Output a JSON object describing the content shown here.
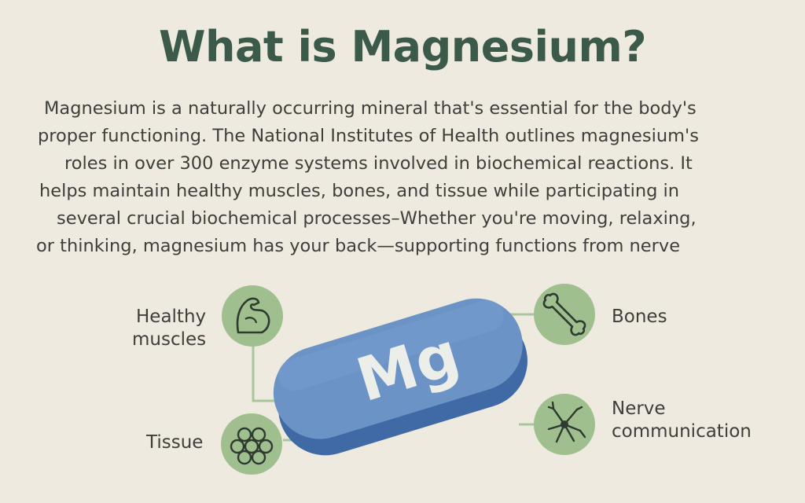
{
  "title": "What is Magnesium?",
  "paragraph_lines": [
    "Magnesium is a naturally occurring mineral that's essential for the body's",
    "proper functioning. The National Institutes of Health outlines magnesium's",
    "roles in over 300 enzyme systems involved in biochemical reactions. It",
    "helps maintain healthy muscles, bones, and tissue while participating in",
    "several crucial biochemical processes–Whether you're moving, relaxing,",
    "or thinking, magnesium has your back—supporting functions from nerve"
  ],
  "pill": {
    "label": "Mg",
    "color": "#6b93c6"
  },
  "benefits": {
    "muscles": {
      "line1": "Healthy",
      "line2": "muscles",
      "icon": "flexed-arm-icon"
    },
    "bones": {
      "label": "Bones",
      "icon": "bone-icon"
    },
    "nerve": {
      "line1": "Nerve",
      "line2": "communication",
      "icon": "neuron-icon"
    },
    "tissue": {
      "label": "Tissue",
      "icon": "cells-icon"
    }
  },
  "colors": {
    "background": "#efeadf",
    "title": "#3c5a4a",
    "icon_circle": "#9fc08e",
    "icon_stroke": "#2f3a30",
    "connector": "#a9c59b"
  }
}
